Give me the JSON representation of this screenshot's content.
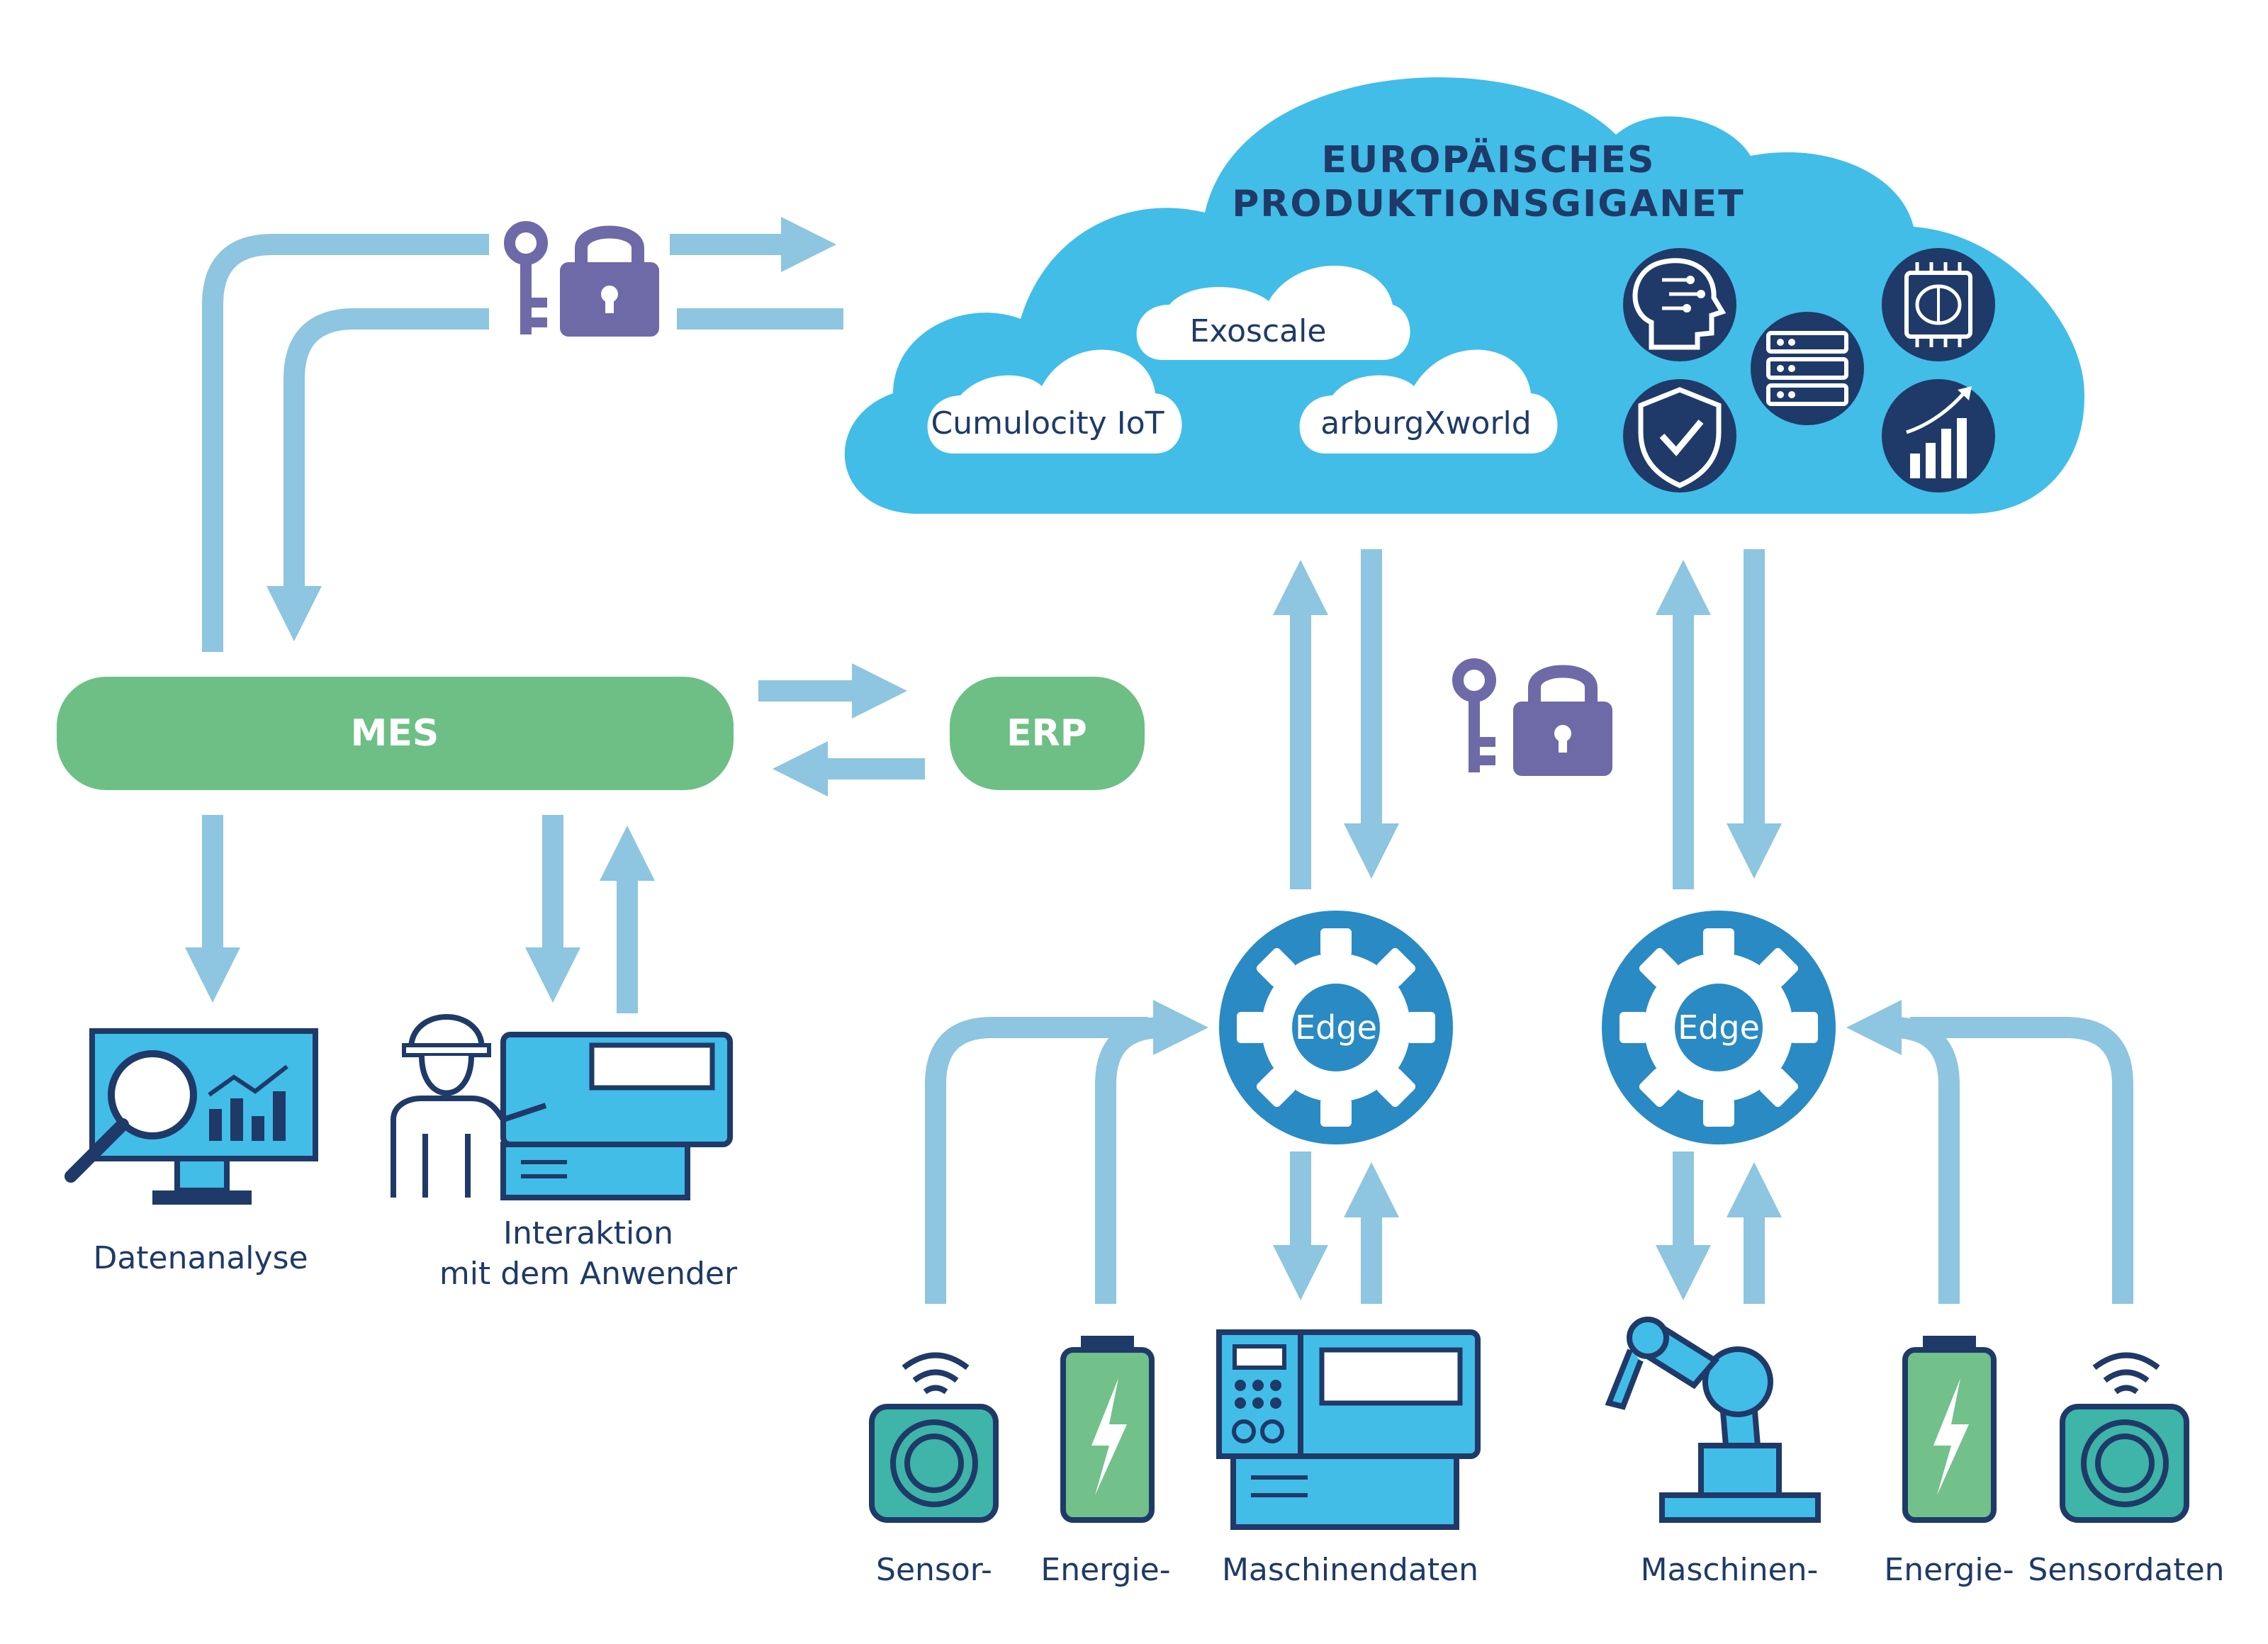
{
  "cloud": {
    "title_line1": "EUROPÄISCHES",
    "title_line2": "PRODUKTIONSGIGANET",
    "services": [
      "Exoscale",
      "Cumulocity IoT",
      "arburgXworld"
    ],
    "icons": [
      "ai-head-icon",
      "server-rack-icon",
      "ai-chip-icon",
      "security-shield-icon",
      "growth-chart-icon"
    ]
  },
  "systems": {
    "mes": "MES",
    "erp": "ERP"
  },
  "edge": {
    "left": "Edge",
    "right": "Edge"
  },
  "mes_outputs": {
    "analysis": "Datenanalyse",
    "interaction_line1": "Interaktion",
    "interaction_line2": "mit dem Anwender"
  },
  "sources": {
    "sensor_left": "Sensor-",
    "energy_left": "Energie-",
    "machine_left": "Maschinendaten",
    "machine_right": "Maschinen-",
    "energy_right": "Energie-",
    "sensor_right": "Sensordaten"
  },
  "colors": {
    "cloud": "#41bde8",
    "arrow": "#8ec5e0",
    "green": "#6dbf85",
    "edge": "#2a8ac4",
    "lock": "#6e6aa8",
    "navy": "#1f3a68",
    "teal": "#3fb4a8",
    "battery": "#72c08a"
  }
}
